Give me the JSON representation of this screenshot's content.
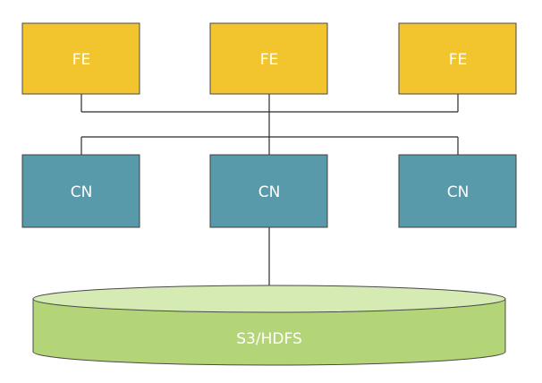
{
  "diagram": {
    "fe_nodes": [
      {
        "label": "FE"
      },
      {
        "label": "FE"
      },
      {
        "label": "FE"
      }
    ],
    "cn_nodes": [
      {
        "label": "CN"
      },
      {
        "label": "CN"
      },
      {
        "label": "CN"
      }
    ],
    "storage": {
      "label": "S3/HDFS"
    },
    "colors": {
      "fe_fill": "#f2c42e",
      "fe_stroke": "#4a4a4a",
      "cn_fill": "#5899aa",
      "cn_stroke": "#3f3f3f",
      "storage_top": "#d6eab3",
      "storage_body": "#b3d577",
      "storage_stroke": "#4a4a4a",
      "connector": "#2b2b2b"
    }
  }
}
